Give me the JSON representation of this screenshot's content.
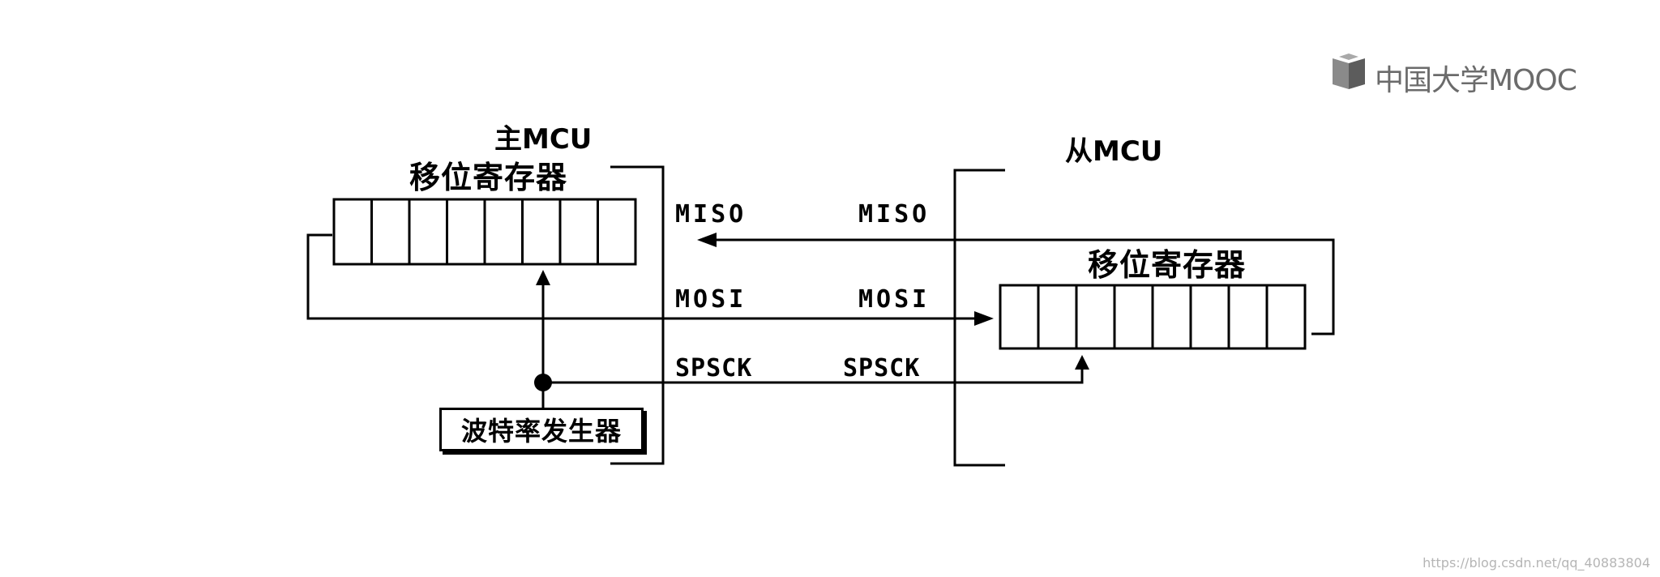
{
  "logo": {
    "icon": "book-icon",
    "text": "中国大学MOOC"
  },
  "master": {
    "title": "主MCU",
    "register_label": "移位寄存器",
    "register_cells": 8
  },
  "slave": {
    "title": "从MCU",
    "register_label": "移位寄存器",
    "register_cells": 8
  },
  "signals": {
    "miso_master": "MISO",
    "miso_slave": "MISO",
    "mosi_master": "MOSI",
    "mosi_slave": "MOSI",
    "spsck_master": "SPSCK",
    "spsck_slave": "SPSCK"
  },
  "baud_generator": {
    "label": "波特率发生器"
  },
  "watermark": "https://blog.csdn.net/qq_40883804"
}
